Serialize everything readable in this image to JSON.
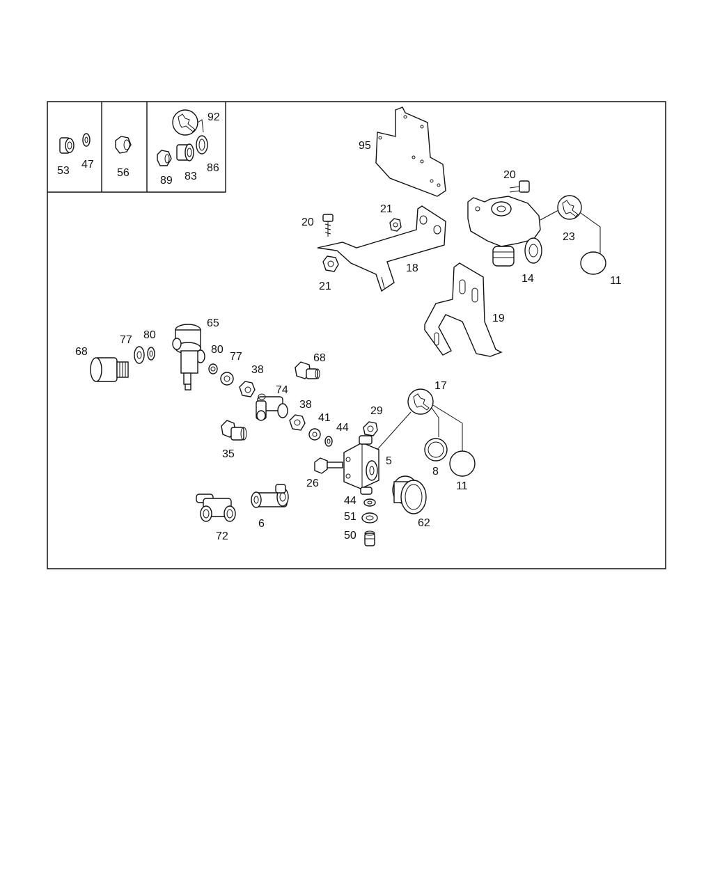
{
  "labels": {
    "p53": "53",
    "p47": "47",
    "p56": "56",
    "p92": "92",
    "p89": "89",
    "p83": "83",
    "p86": "86",
    "p95": "95",
    "p20a": "20",
    "p21a": "21",
    "p18": "18",
    "p21b": "21",
    "p20b": "20",
    "p23": "23",
    "p14": "14",
    "p11a": "11",
    "p19": "19",
    "p68a": "68",
    "p77a": "77",
    "p80a": "80",
    "p65": "65",
    "p80b": "80",
    "p77b": "77",
    "p38a": "38",
    "p74": "74",
    "p68b": "68",
    "p38b": "38",
    "p41": "41",
    "p44a": "44",
    "p29": "29",
    "p17": "17",
    "p5": "5",
    "p35": "35",
    "p26": "26",
    "p8": "8",
    "p11b": "11",
    "p44b": "44",
    "p51": "51",
    "p62": "62",
    "p50": "50",
    "p72": "72",
    "p6": "6"
  }
}
